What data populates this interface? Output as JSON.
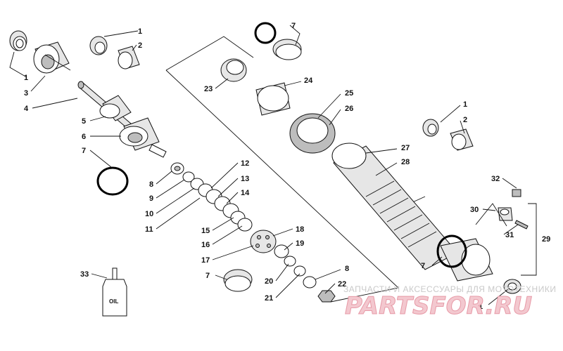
{
  "callouts": [
    {
      "n": "1"
    },
    {
      "n": "2"
    },
    {
      "n": "1"
    },
    {
      "n": "3"
    },
    {
      "n": "4"
    },
    {
      "n": "5"
    },
    {
      "n": "6"
    },
    {
      "n": "7"
    },
    {
      "n": "8"
    },
    {
      "n": "9"
    },
    {
      "n": "10"
    },
    {
      "n": "11"
    },
    {
      "n": "12"
    },
    {
      "n": "13"
    },
    {
      "n": "14"
    },
    {
      "n": "15"
    },
    {
      "n": "16"
    },
    {
      "n": "17"
    },
    {
      "n": "18"
    },
    {
      "n": "19"
    },
    {
      "n": "20"
    },
    {
      "n": "21"
    },
    {
      "n": "22"
    },
    {
      "n": "8"
    },
    {
      "n": "7"
    },
    {
      "n": "7"
    },
    {
      "n": "23"
    },
    {
      "n": "24"
    },
    {
      "n": "25"
    },
    {
      "n": "26"
    },
    {
      "n": "27"
    },
    {
      "n": "28"
    },
    {
      "n": "1"
    },
    {
      "n": "2"
    },
    {
      "n": "32"
    },
    {
      "n": "30"
    },
    {
      "n": "31"
    },
    {
      "n": "29"
    },
    {
      "n": "7"
    },
    {
      "n": "1"
    },
    {
      "n": "33"
    }
  ],
  "oil_bottle_label": "OIL",
  "watermark": {
    "tagline": "ЗАПЧАСТИ И АКСЕССУАРЫ ДЛЯ МОТОТЕХНИКИ",
    "logo": "PARTSFOR.RU"
  }
}
